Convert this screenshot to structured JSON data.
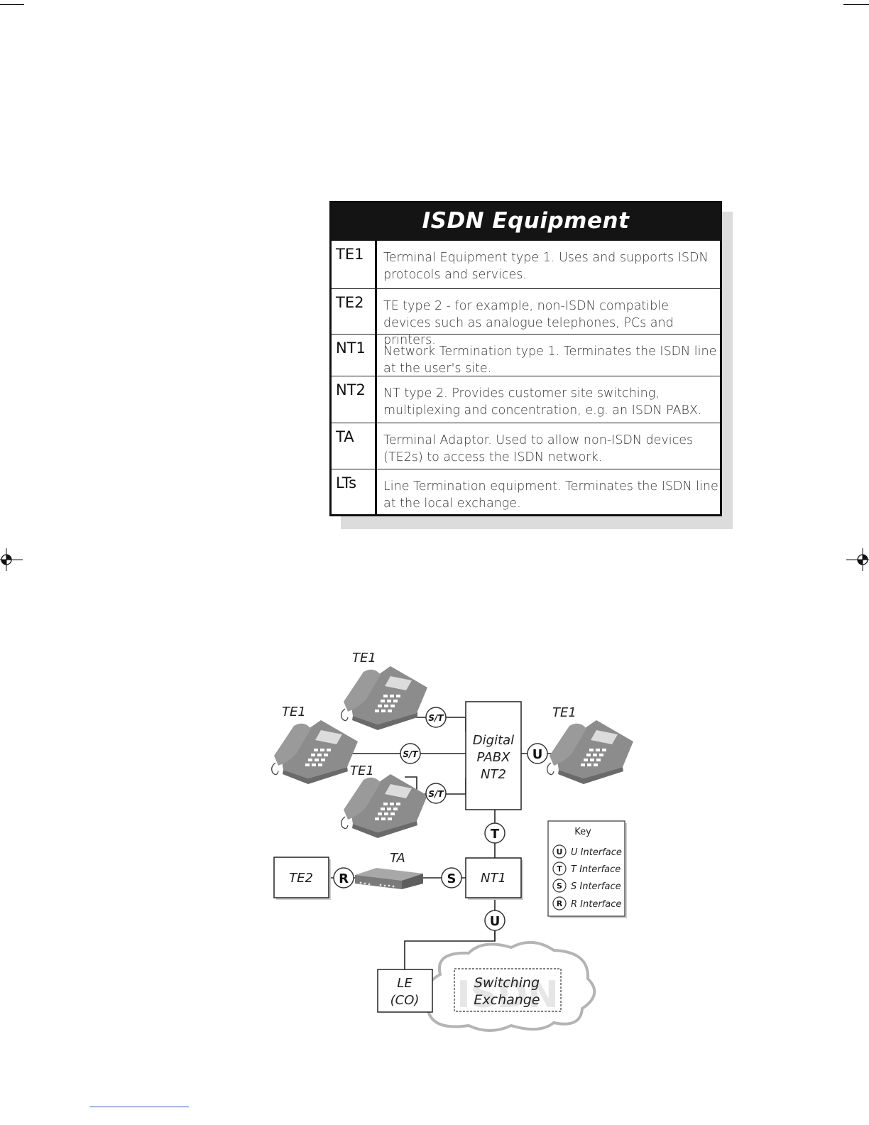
{
  "table": {
    "title": "ISDN Equipment",
    "rows": [
      {
        "code": "TE1",
        "desc": "Terminal Equipment type 1. Uses and supports ISDN protocols and services."
      },
      {
        "code": "TE2",
        "desc": "TE type 2 - for example, non-ISDN compatible devices such as analogue telephones, PCs and printers."
      },
      {
        "code": "NT1",
        "desc": "Network Termination type 1. Terminates the ISDN line at the user's site."
      },
      {
        "code": "NT2",
        "desc": "NT type 2. Provides customer site switching, multiplexing and concentration, e.g.  an ISDN PABX."
      },
      {
        "code": "TA",
        "desc": "Terminal Adaptor. Used to allow non-ISDN devices (TE2s) to access the ISDN network."
      },
      {
        "code": "LTs",
        "desc": "Line Termination equipment. Terminates the ISDN line at the local exchange."
      }
    ]
  },
  "diagram": {
    "phones": {
      "top": "TE1",
      "left": "TE1",
      "lower": "TE1",
      "right": "TE1"
    },
    "pabx": [
      "Digital",
      "PABX",
      "NT2"
    ],
    "nt1": "NT1",
    "te2": "TE2",
    "ta": "TA",
    "le": [
      "LE",
      "(CO)"
    ],
    "exchange": [
      "Switching",
      "Exchange"
    ],
    "cloud_text": "ISDN",
    "interfaces": {
      "st": "S/T",
      "u": "U",
      "t": "T",
      "s": "S",
      "r": "R"
    },
    "key": {
      "title": "Key",
      "items": [
        {
          "letter": "U",
          "label": "U Interface"
        },
        {
          "letter": "T",
          "label": "T Interface"
        },
        {
          "letter": "S",
          "label": "S Interface"
        },
        {
          "letter": "R",
          "label": "R Interface"
        }
      ]
    }
  }
}
